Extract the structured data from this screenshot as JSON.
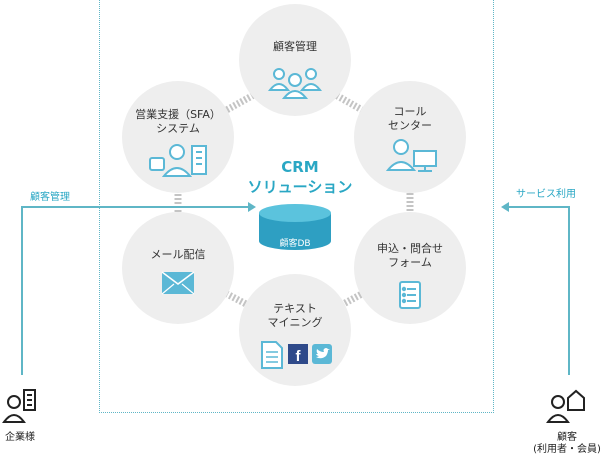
{
  "center": {
    "title_line1": "CRM",
    "title_line2": "ソリューション",
    "db_label": "顧客DB"
  },
  "nodes": [
    {
      "id": "crm-mgmt",
      "label_line1": "顧客管理",
      "label_line2": "",
      "icon": "people-group-icon"
    },
    {
      "id": "call-center",
      "label_line1": "コール",
      "label_line2": "センター",
      "icon": "operator-monitor-icon"
    },
    {
      "id": "inquiry-form",
      "label_line1": "申込・問合せ",
      "label_line2": "フォーム",
      "icon": "checklist-form-icon"
    },
    {
      "id": "text-mining",
      "label_line1": "テキスト",
      "label_line2": "マイニング",
      "icon": "document-facebook-twitter-icons"
    },
    {
      "id": "mail",
      "label_line1": "メール配信",
      "label_line2": "",
      "icon": "envelope-icon"
    },
    {
      "id": "sfa",
      "label_line1": "営業支援（SFA）",
      "label_line2": "システム",
      "icon": "salesperson-phone-building-icon"
    }
  ],
  "left_flow": {
    "label": "顧客管理",
    "actor": "企業様"
  },
  "right_flow": {
    "label": "サービス利用",
    "actor_line1": "顧客",
    "actor_line2": "(利用者・会員)"
  },
  "colors": {
    "accent": "#2aa7c4",
    "node_fill": "#eeeeee",
    "icon_blue": "#5bb8d6",
    "db": "#2e9fc2"
  }
}
